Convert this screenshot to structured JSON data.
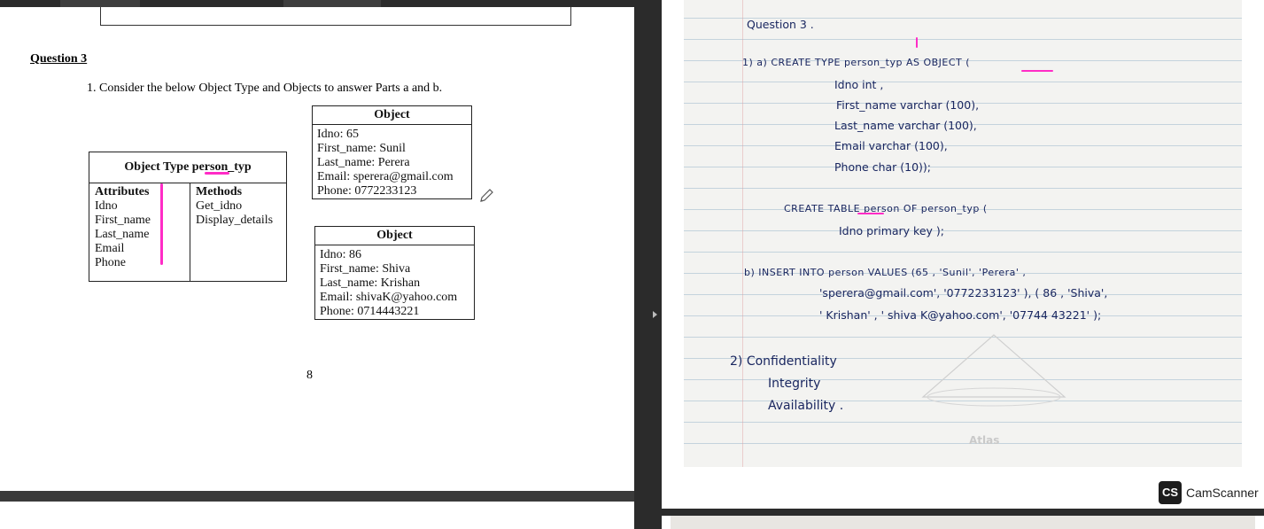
{
  "document": {
    "question_heading": "Question 3",
    "question_text": "1.   Consider the below Object Type and Objects to answer Parts a and b.",
    "object_type": {
      "header": "Object Type person_typ",
      "attributes_label": "Attributes",
      "attributes": [
        "Idno",
        "First_name",
        "Last_name",
        "Email",
        "Phone"
      ],
      "methods_label": "Methods",
      "methods": [
        "Get_idno",
        "Display_details"
      ]
    },
    "object1": {
      "header": "Object",
      "rows": [
        "Idno:            65",
        "First_name:  Sunil",
        "Last_name: Perera",
        "Email: sperera@gmail.com",
        "Phone: 0772233123"
      ]
    },
    "object2": {
      "header": "Object",
      "rows": [
        "Idno:            86",
        "First_name: Shiva",
        "Last_name: Krishan",
        "Email: shivaK@yahoo.com",
        "Phone: 0714443221"
      ]
    },
    "page_number": "8"
  },
  "notes": {
    "lines": [
      {
        "id": "q",
        "text": "Question  3 ."
      },
      {
        "id": "l1",
        "text": "1) a)    CREATE    TYPE       person_typ     AS   OBJECT ("
      },
      {
        "id": "l2",
        "text": "Idno          int ,"
      },
      {
        "id": "l3",
        "text": "First_name       varchar (100),"
      },
      {
        "id": "l4",
        "text": "Last_name       varchar (100),"
      },
      {
        "id": "l5",
        "text": "Email          varchar (100),"
      },
      {
        "id": "l6",
        "text": "Phone          char (10));"
      },
      {
        "id": "l7",
        "text": "CREATE     TABLE      person      OF      person_typ ("
      },
      {
        "id": "l8",
        "text": "Idno         primary    key   );"
      },
      {
        "id": "l9",
        "text": "b)   INSERT    INTO     person   VALUES  (65 ,  'Sunil',   'Perera' ,"
      },
      {
        "id": "l10",
        "text": "'sperera@gmail.com',   '0772233123' ), ( 86 ,  'Shiva',"
      },
      {
        "id": "l11",
        "text": "' Krishan' ,  ' shiva K@yahoo.com',   '07744 43221' );"
      },
      {
        "id": "l12",
        "text": "2)      Confidentiality"
      },
      {
        "id": "l13",
        "text": "Integrity"
      },
      {
        "id": "l14",
        "text": "Availability ."
      }
    ],
    "watermark": "Atlas"
  },
  "camscanner": {
    "logo": "CS",
    "label": "CamScanner"
  },
  "colors": {
    "ink": "#ff2cc6",
    "pen": "#1a2760"
  }
}
